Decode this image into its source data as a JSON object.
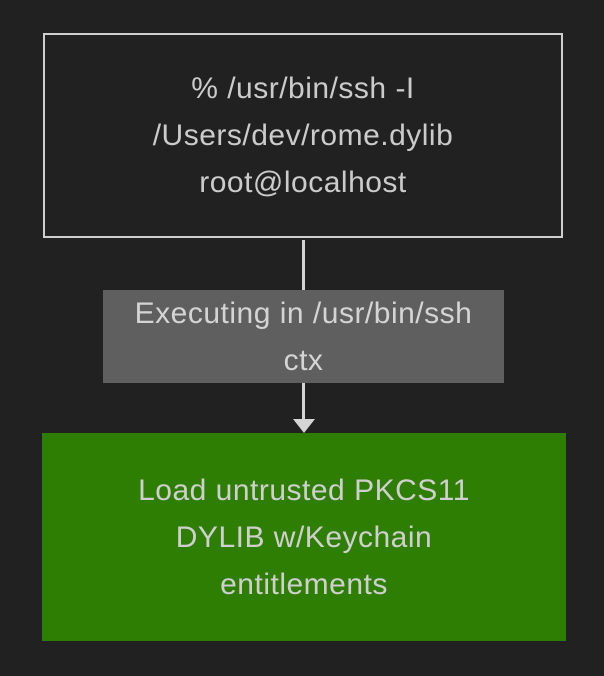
{
  "diagram": {
    "type": "flowchart",
    "direction": "top-down",
    "colors": {
      "background": "#212121",
      "node_border": "#cecece",
      "edge_stroke": "#d5d5d5",
      "edge_label_bg": "#5f5f5f",
      "payload_node_bg": "#2f7e04",
      "text": "#cccccc"
    },
    "nodes": {
      "command": {
        "line1": "% /usr/bin/ssh -I",
        "line2": "/Users/dev/rome.dylib",
        "line3": "root@localhost",
        "full_text": "% /usr/bin/ssh -I /Users/dev/rome.dylib root@localhost"
      },
      "payload": {
        "line1": "Load untrusted PKCS11",
        "line2": "DYLIB w/Keychain",
        "line3": "entitlements",
        "full_text": "Load untrusted PKCS11 DYLIB w/Keychain entitlements"
      }
    },
    "edge": {
      "label": {
        "line1": "Executing in /usr/bin/ssh",
        "line2": "ctx",
        "full_text": "Executing in /usr/bin/ssh ctx"
      }
    }
  }
}
